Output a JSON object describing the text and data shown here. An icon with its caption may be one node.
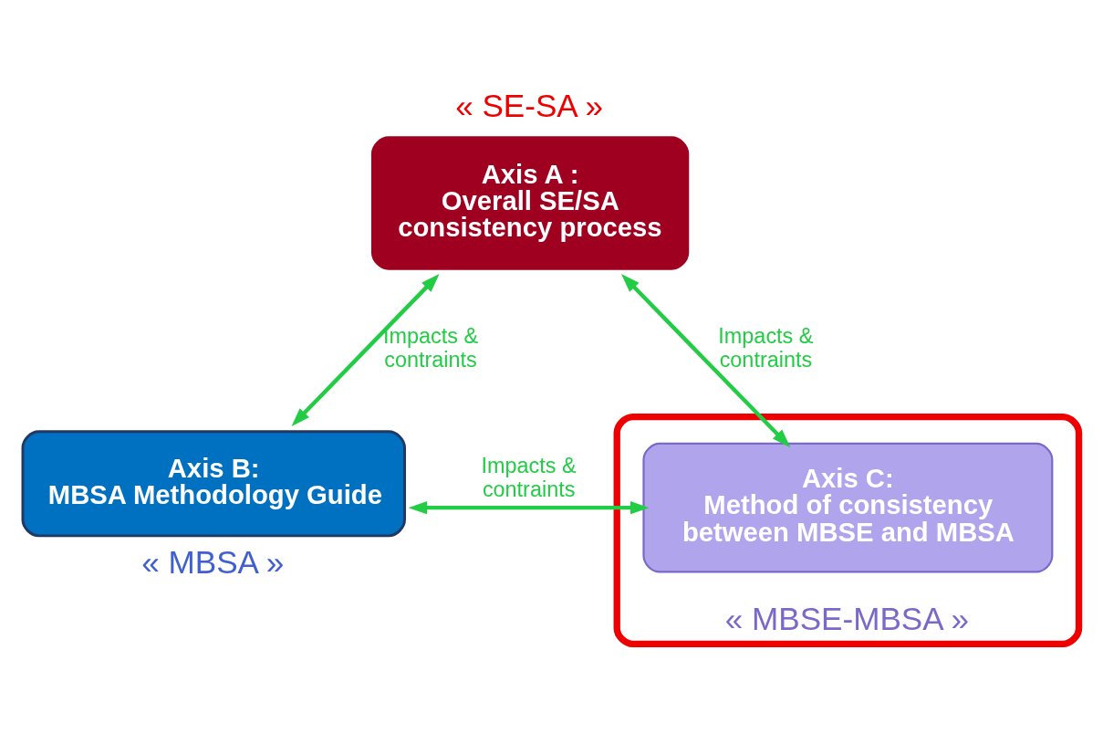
{
  "diagram": {
    "nodes": [
      {
        "text": [
          "Axis A :",
          "Overall SE/SA consistency process"
        ],
        "beside": [
          "« SE-SA »"
        ]
      },
      {
        "text": [
          "Axis B:",
          "MBSA Methodology Guide"
        ],
        "beside": [
          "« MBSA »"
        ]
      },
      {
        "text": [
          "« MBSE-MBSA »"
        ]
      },
      {
        "text": [
          "Axis C:",
          "Method of consistency between MBSE and MBSA"
        ],
        "in": 2
      }
    ],
    "edges": [
      {
        "from": 0,
        "to": 1,
        "arrow": "both",
        "label": "Impacts & contraints"
      },
      {
        "from": 0,
        "to": 3,
        "arrow": "both",
        "label": "Impacts & contraints"
      },
      {
        "from": 1,
        "to": 3,
        "arrow": "both",
        "label": "Impacts & contraints"
      }
    ]
  }
}
